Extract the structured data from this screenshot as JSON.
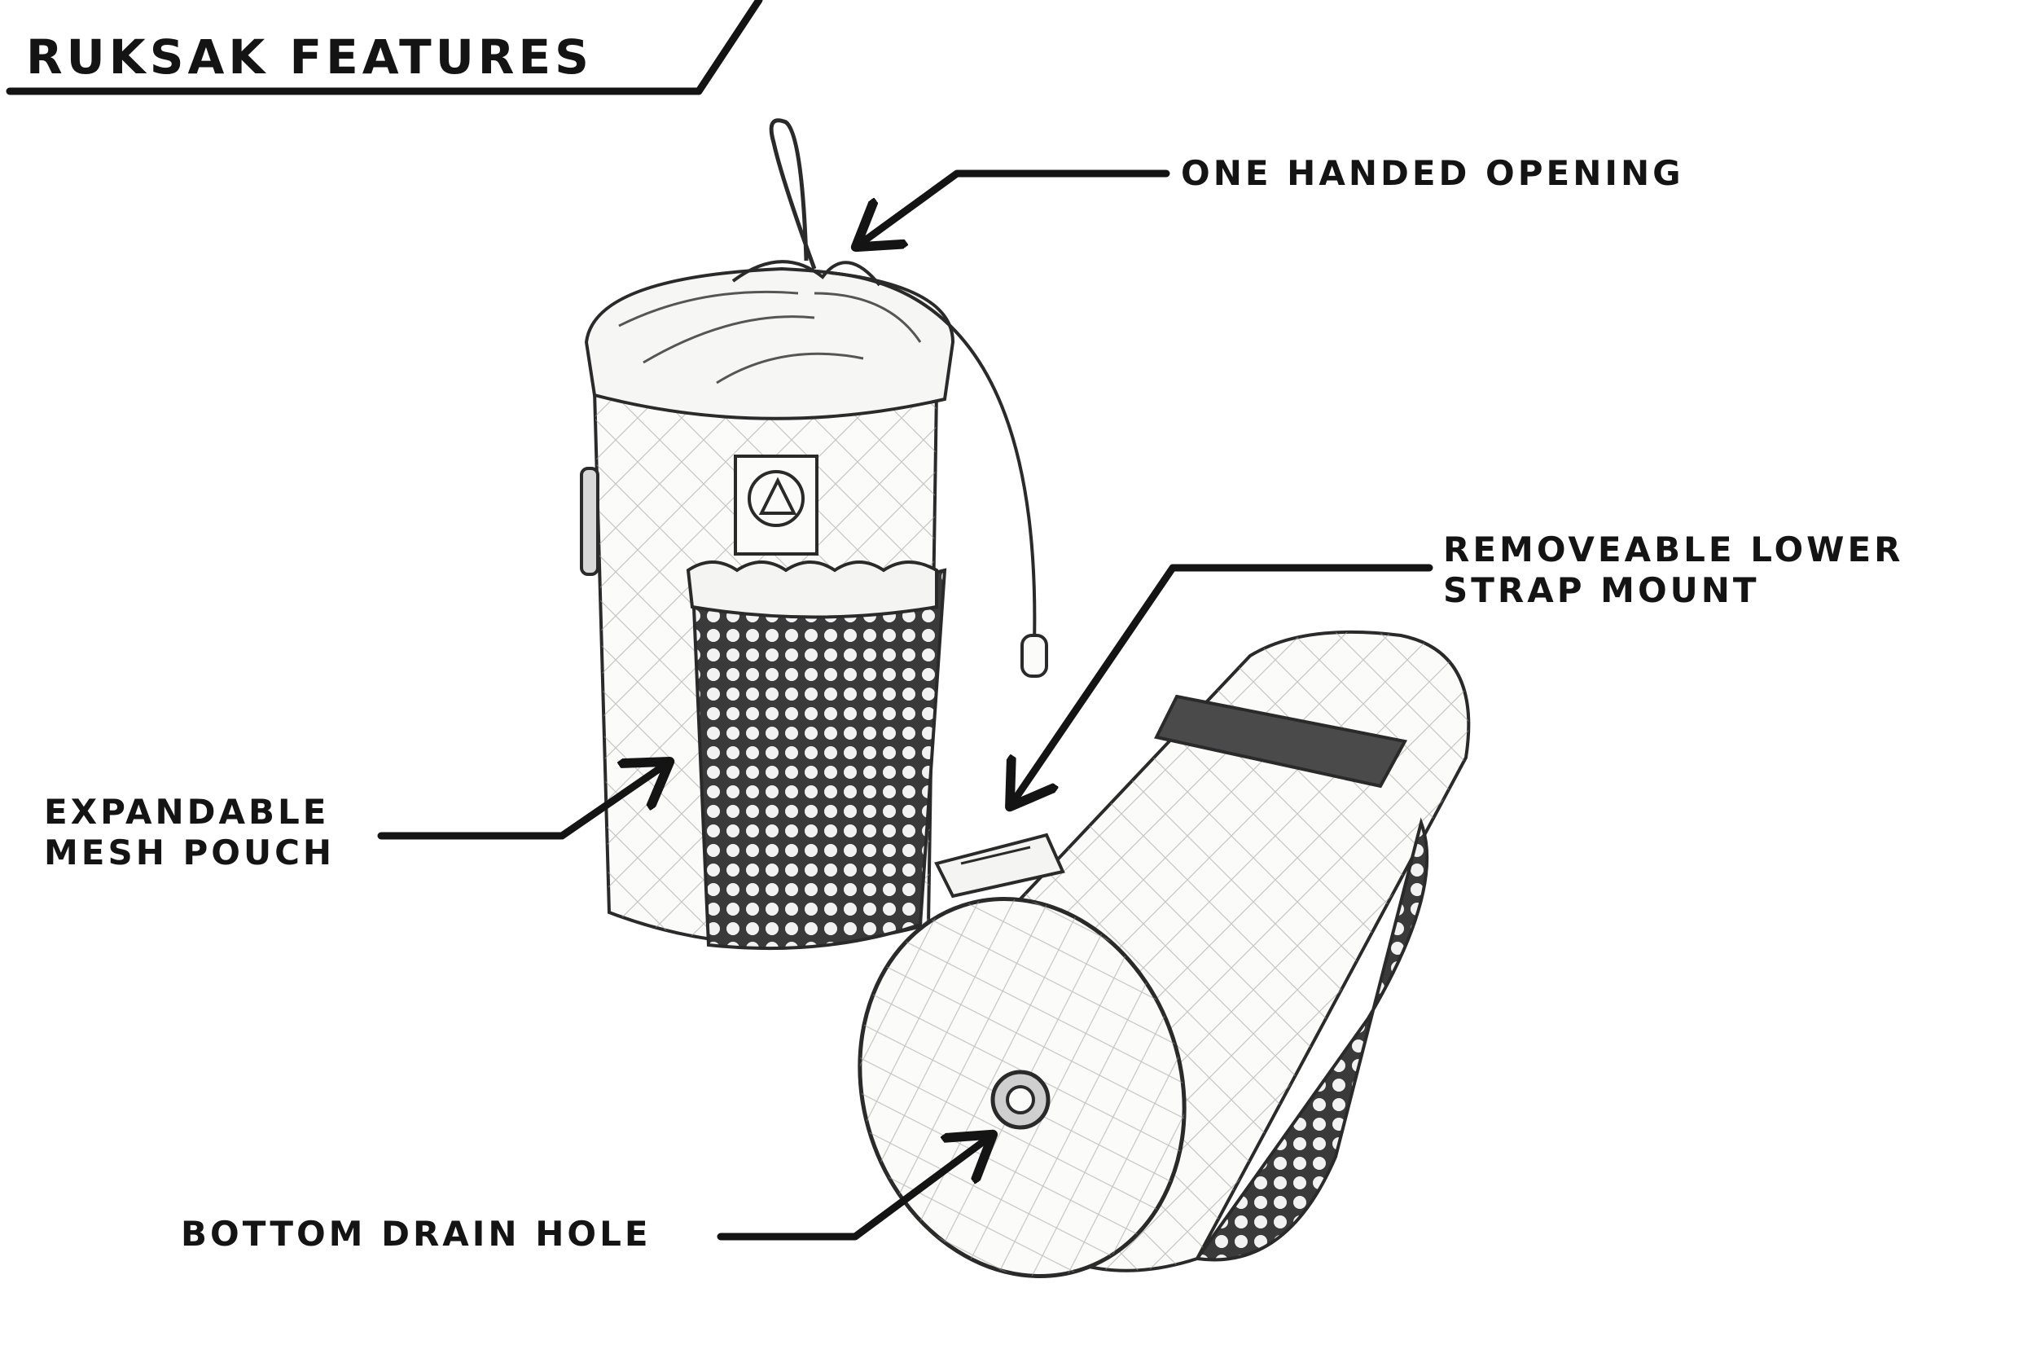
{
  "title": "RUKSAK FEATURES",
  "callouts": {
    "one_handed_opening": "ONE HANDED OPENING",
    "strap_mount": [
      "REMOVEABLE LOWER",
      "STRAP MOUNT"
    ],
    "mesh_pouch": [
      "EXPANDABLE",
      "MESH POUCH"
    ],
    "drain_hole": "BOTTOM DRAIN HOLE"
  },
  "colors": {
    "ink": "#141414",
    "line": "#2a2a2a",
    "fill": "#fbfbf9",
    "mesh": "#3a3a3a"
  }
}
